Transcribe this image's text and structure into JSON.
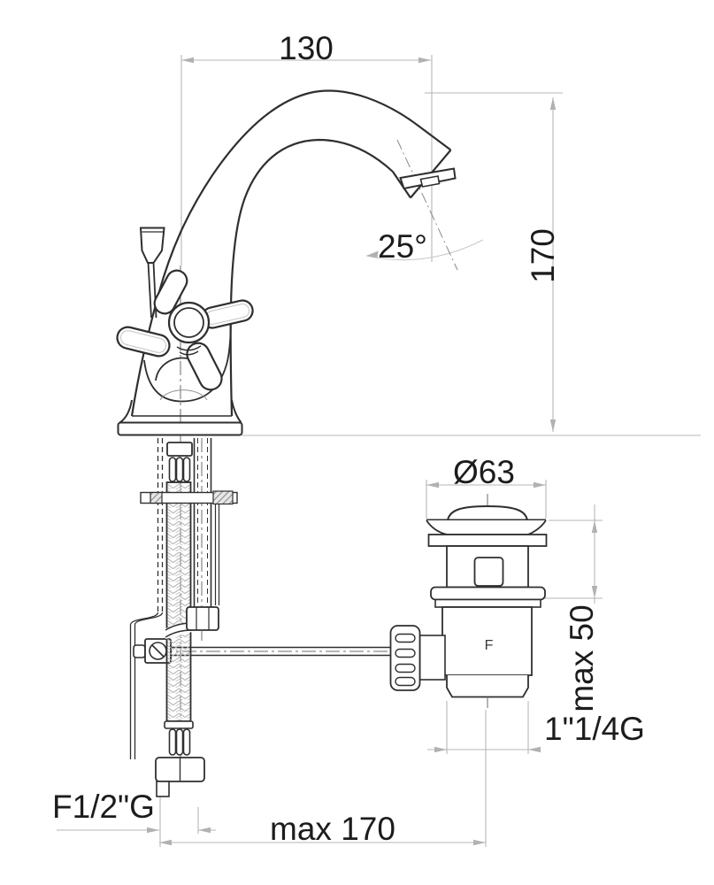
{
  "drawing": {
    "labels": {
      "spout_reach": "130",
      "spout_height": "170",
      "spout_angle": "25°",
      "drain_diameter": "Ø63",
      "max_deck_thickness": "max 50",
      "drain_thread": "1\"1/4G",
      "hose_thread": "F1/2\"G",
      "max_drain_distance": "max 170",
      "drain_marking": "F"
    },
    "colors": {
      "background": "#ffffff",
      "outline": "#2f2f2f",
      "dimension_line": "#b3b7b7",
      "centerline": "#6b6b6b",
      "text": "#1c1c1c"
    }
  }
}
